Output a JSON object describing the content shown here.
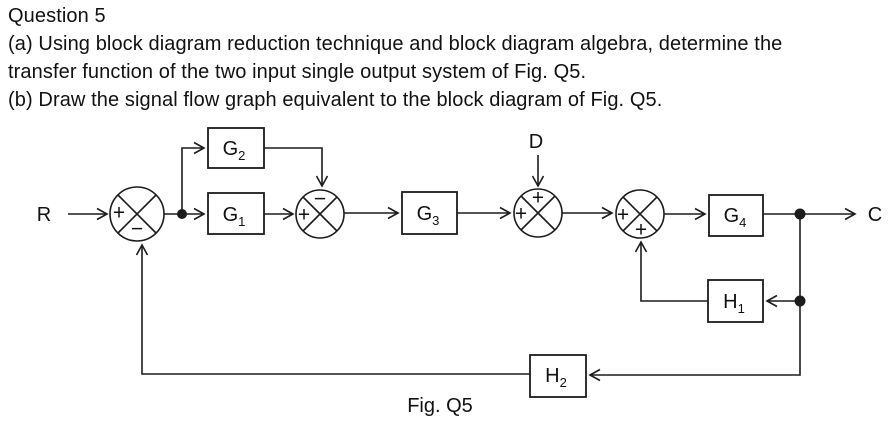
{
  "question": {
    "title": "Question 5",
    "lines": [
      "(a) Using block diagram reduction technique and block diagram algebra, determine the",
      "transfer function of the two input single output system of Fig. Q5.",
      "(b) Draw the signal flow graph equivalent to the block diagram of Fig. Q5."
    ]
  },
  "diagram": {
    "caption": "Fig. Q5",
    "labels": {
      "input": "R",
      "disturbance": "D",
      "output": "C"
    },
    "blocks": {
      "g1": {
        "name": "G",
        "sub": "1"
      },
      "g2": {
        "name": "G",
        "sub": "2"
      },
      "g3": {
        "name": "G",
        "sub": "3"
      },
      "g4": {
        "name": "G",
        "sub": "4"
      },
      "h1": {
        "name": "H",
        "sub": "1"
      },
      "h2": {
        "name": "H",
        "sub": "2"
      }
    },
    "junctions": {
      "s1": {
        "left": "+",
        "bottom": "−"
      },
      "s2": {
        "left": "+",
        "top": "−"
      },
      "s3": {
        "left": "+",
        "top": "+"
      },
      "s4": {
        "left": "+",
        "bottom": "+"
      }
    },
    "colors": {
      "line": "#1c1c1c",
      "background": "#ffffff"
    }
  }
}
